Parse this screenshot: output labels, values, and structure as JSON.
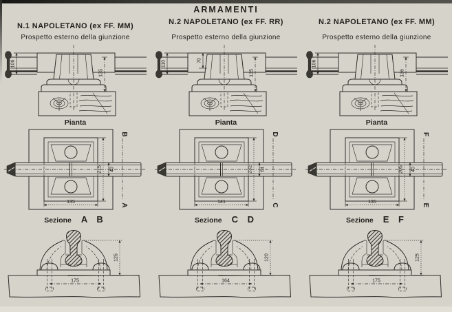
{
  "page": {
    "title": "ARMAMENTI",
    "paper_color": "#d6d3cb",
    "ink_color": "#2e2c28"
  },
  "columns": [
    {
      "header": "N.1 NAPOLETANO (ex FF. MM)",
      "prospetto": {
        "label": "Prospetto esterno della giunzione",
        "dim_rail_height": "106",
        "dim_chair_height": "135"
      },
      "pianta": {
        "label": "Pianta",
        "letter_top": "B",
        "letter_bottom": "A",
        "dim_length": "215",
        "dim_rail_width": "40",
        "dim_base_width": "135"
      },
      "sezione": {
        "label": "Sezione",
        "letters": "A B",
        "dim_height": "125",
        "dim_bolt_spacing": "175"
      }
    },
    {
      "header": "N.2 NAPOLETANO (ex FF. RR)",
      "prospetto": {
        "label": "Prospetto esterno della giunzione",
        "dim_rail_height": "110",
        "dim_plate_height": "70",
        "dim_chair_height": "135"
      },
      "pianta": {
        "label": "Pianta",
        "letter_top": "D",
        "letter_bottom": "C",
        "dim_length": "232",
        "dim_rail_width": "64",
        "dim_base_width": "141"
      },
      "sezione": {
        "label": "Sezione",
        "letters": "C D",
        "dim_height": "120",
        "dim_bolt_spacing": "164"
      }
    },
    {
      "header": "N.2 NAPOLETANO (ex FF. MM)",
      "prospetto": {
        "label": "Prospetto esterno della giunzione",
        "dim_rail_height": "106",
        "dim_chair_height": "136"
      },
      "pianta": {
        "label": "Pianta",
        "letter_top": "F",
        "letter_bottom": "E",
        "dim_length": "205",
        "dim_rail_width": "40",
        "dim_base_width": "135"
      },
      "sezione": {
        "label": "Sezione",
        "letters": "E F",
        "dim_height": "125",
        "dim_bolt_spacing": "175"
      }
    }
  ]
}
